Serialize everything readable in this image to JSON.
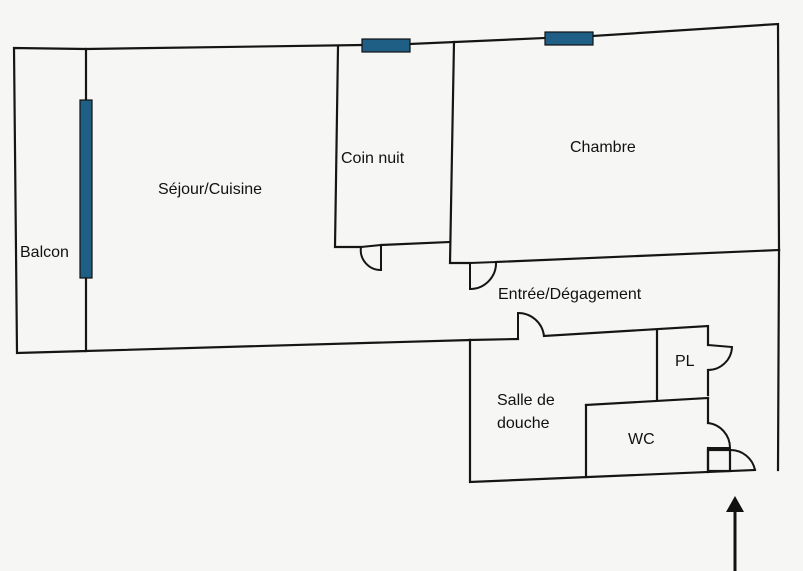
{
  "plan": {
    "rooms": {
      "balcon": "Balcon",
      "sejour": "Séjour/Cuisine",
      "coin_nuit": "Coin nuit",
      "chambre": "Chambre",
      "entree": "Entrée/Dégagement",
      "salle_douche_line1": "Salle de",
      "salle_douche_line2": "douche",
      "pl": "PL",
      "wc": "WC"
    },
    "colors": {
      "walls": "#151515",
      "windows": "#1f5f86",
      "background": "#f6f6f4"
    },
    "icons": {
      "entrance": "arrow-up-icon"
    }
  }
}
